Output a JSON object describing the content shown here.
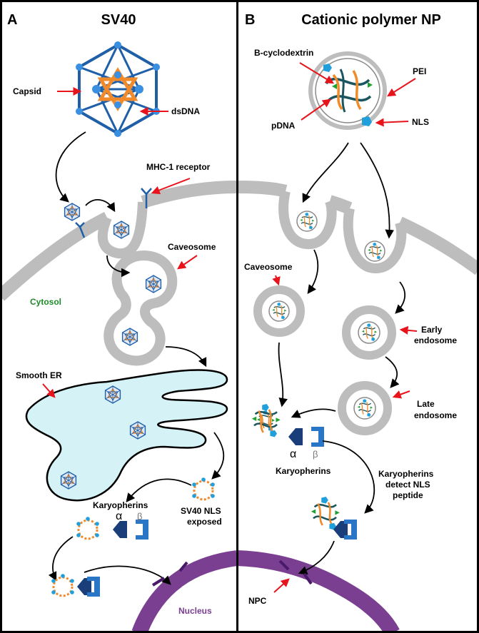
{
  "panel_a": {
    "letter": "A",
    "title": "SV40",
    "labels": {
      "capsid": "Capsid",
      "dsdna": "dsDNA",
      "mhc": "MHC-1 receptor",
      "caveosome": "Caveosome",
      "cytosol": "Cytosol",
      "smooth_er": "Smooth ER",
      "karyopherins": "Karyopherins",
      "alpha": "α",
      "beta": "β",
      "plus": "+",
      "nls_line1": "SV40 NLS",
      "nls_line2": "exposed",
      "nucleus": "Nucleus"
    }
  },
  "panel_b": {
    "letter": "B",
    "title": "Cationic polymer NP",
    "labels": {
      "cyclodextrin": "B-cyclodextrin",
      "pei": "PEI",
      "pdna": "pDNA",
      "nls": "NLS",
      "caveosome": "Caveosome",
      "early_1": "Early",
      "early_2": "endosome",
      "late_1": "Late",
      "late_2": "endosome",
      "karyopherins": "Karyopherins",
      "alpha": "α",
      "beta": "β",
      "plus": "+",
      "detect_1": "Karyopherins",
      "detect_2": "detect NLS",
      "detect_3": "peptide",
      "npc": "NPC"
    }
  },
  "colors": {
    "membrane": "#bdbdbd",
    "capsid_blue": "#1f5fa8",
    "dna_orange": "#f08a2b",
    "er_fill": "#d5f3f7",
    "nucleus_purple": "#7a3f91",
    "cytosol_green": "#1f8a2a",
    "arrow_red": "#e8141c",
    "karyopherin_dark": "#1a3e7a",
    "karyopherin_light": "#2a76c6",
    "polymer_teal": "#1b5560",
    "nls_blue": "#1fa0dc"
  }
}
